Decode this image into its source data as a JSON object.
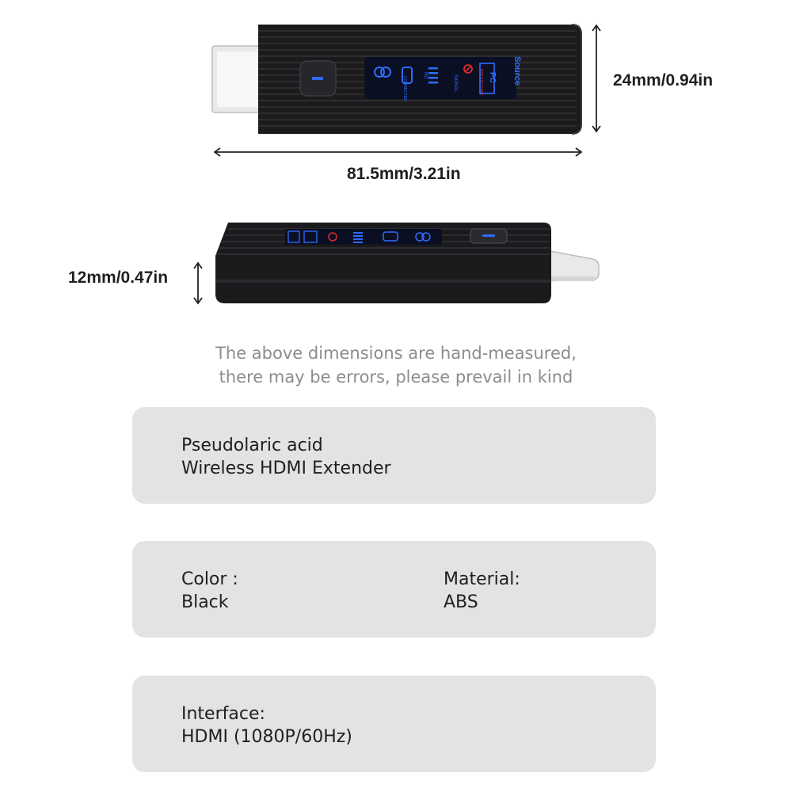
{
  "dimensions": {
    "height": "24mm/0.94in",
    "length": "81.5mm/3.21in",
    "thickness": "12mm/0.47in"
  },
  "note": {
    "line1": "The above dimensions are hand-measured,",
    "line2": "there may be errors, please prevail in kind"
  },
  "device": {
    "top_display": {
      "connected_label": "CONNECTED",
      "hd_label": "HD",
      "signal_label": "SIGNAL",
      "breakdown_label": "BREAKDOWN",
      "pc_label": "PC",
      "source_label": "Source"
    }
  },
  "cards": {
    "product": {
      "line1": "Pseudolaric acid",
      "line2": "Wireless HDMI Extender"
    },
    "color": {
      "label": "Color :",
      "value": "Black"
    },
    "material": {
      "label": "Material:",
      "value": "ABS"
    },
    "interface": {
      "label": "Interface:",
      "value": "HDMI (1080P/60Hz)"
    }
  },
  "colors": {
    "body": "#1b1b1d",
    "display_bg": "#0b0f24",
    "display_blue": "#2e6cff",
    "display_red": "#e12a2a",
    "card_bg": "#e3e3e3",
    "note_gray": "#8c8c8c"
  }
}
